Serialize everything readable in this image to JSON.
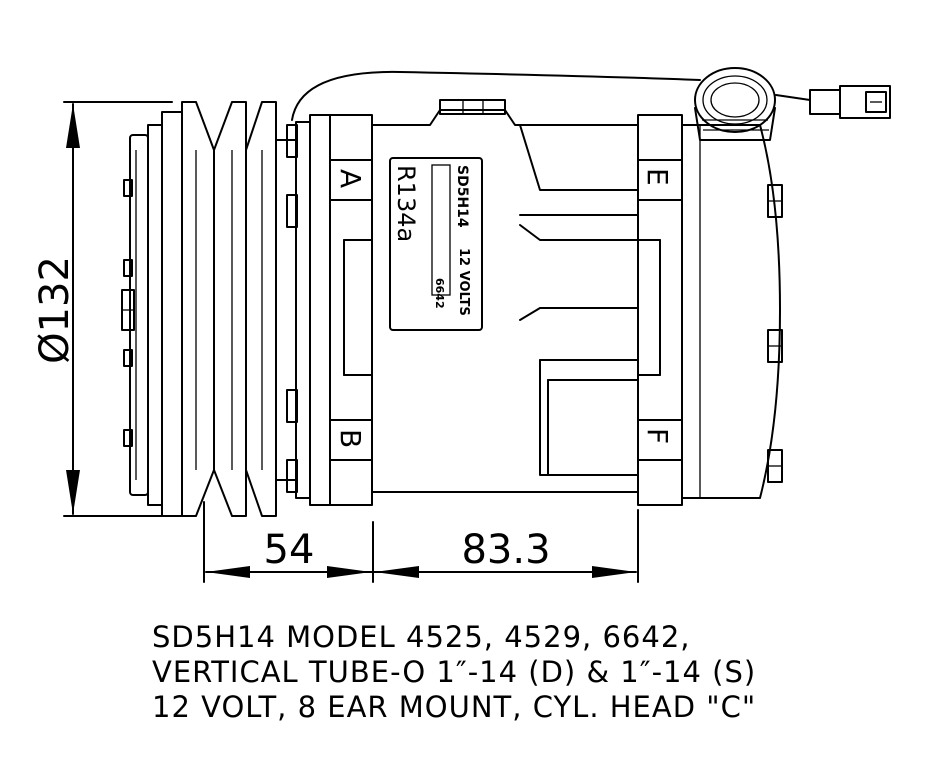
{
  "dimensions": {
    "diameter": "Ø132",
    "length_a": "54",
    "length_b": "83.3"
  },
  "nameplate": {
    "model": "SD5H14",
    "voltage": "12 VOLTS",
    "number": "6642",
    "refrigerant": "R134a"
  },
  "ports": {
    "a": "A",
    "b": "B",
    "e": "E",
    "f": "F"
  },
  "caption": {
    "line1": "SD5H14 MODEL 4525, 4529, 6642,",
    "line2": "VERTICAL TUBE-O  1″-14 (D) & 1″-14 (S)",
    "line3": "12 VOLT, 8 EAR MOUNT, CYL. HEAD \"C\""
  }
}
